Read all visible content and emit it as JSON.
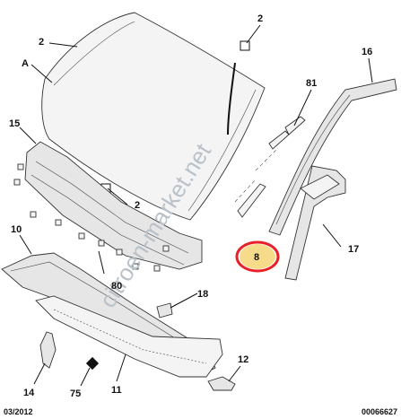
{
  "labels": {
    "a": "A",
    "two_left": "2",
    "two_top": "2",
    "two_bottom": "2",
    "l81": "81",
    "l16": "16",
    "l15": "15",
    "l10": "10",
    "l17": "17",
    "l8": "8",
    "l80": "80",
    "l18": "18",
    "l14": "14",
    "l75": "75",
    "l11": "11",
    "l12": "12"
  },
  "footer": {
    "left": "03/2012",
    "right": "00066627"
  },
  "watermark": "citroen-market.net",
  "highlight": {
    "label": "8",
    "ring_color": "#e8202a",
    "fill_color": "#f6dc8a"
  }
}
